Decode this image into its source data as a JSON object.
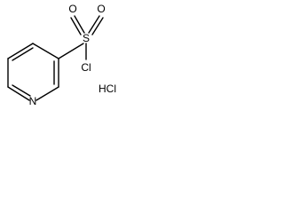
{
  "structure": {
    "atoms": {
      "nitrogen": "N",
      "sulfur": "S",
      "oxygen_top_left": "O",
      "oxygen_top_right": "O",
      "chlorine": "Cl"
    },
    "salt": "HCl"
  }
}
